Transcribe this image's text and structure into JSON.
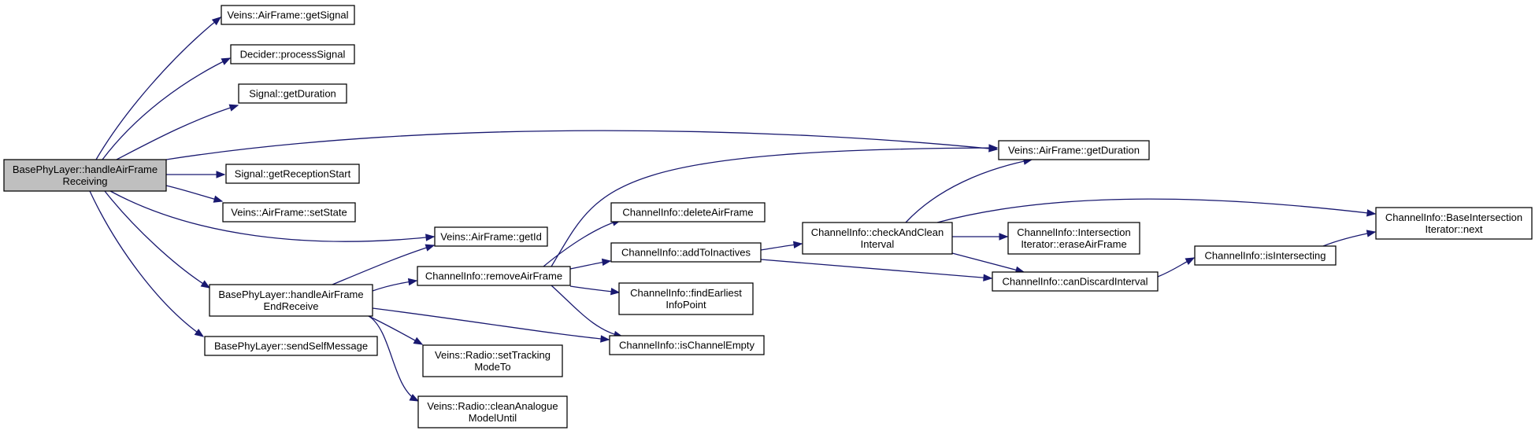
{
  "diagram": {
    "type": "call-graph",
    "colors": {
      "edge": "#191970",
      "root_fill": "#bfbfbf",
      "node_fill": "#ffffff",
      "border": "#000000"
    },
    "nodes": [
      {
        "id": "root",
        "lines": [
          "BasePhyLayer::handleAirFrame",
          "Receiving"
        ],
        "root": true
      },
      {
        "id": "getSignal",
        "lines": [
          "Veins::AirFrame::getSignal"
        ]
      },
      {
        "id": "processSignal",
        "lines": [
          "Decider::processSignal"
        ]
      },
      {
        "id": "sigGetDuration",
        "lines": [
          "Signal::getDuration"
        ]
      },
      {
        "id": "getReceptionStart",
        "lines": [
          "Signal::getReceptionStart"
        ]
      },
      {
        "id": "setState",
        "lines": [
          "Veins::AirFrame::setState"
        ]
      },
      {
        "id": "getId",
        "lines": [
          "Veins::AirFrame::getId"
        ]
      },
      {
        "id": "endReceive",
        "lines": [
          "BasePhyLayer::handleAirFrame",
          "EndReceive"
        ]
      },
      {
        "id": "sendSelf",
        "lines": [
          "BasePhyLayer::sendSelfMessage"
        ]
      },
      {
        "id": "removeAirFrame",
        "lines": [
          "ChannelInfo::removeAirFrame"
        ]
      },
      {
        "id": "setTracking",
        "lines": [
          "Veins::Radio::setTracking",
          "ModeTo"
        ]
      },
      {
        "id": "cleanAnalogue",
        "lines": [
          "Veins::Radio::cleanAnalogue",
          "ModelUntil"
        ]
      },
      {
        "id": "deleteAirFrame",
        "lines": [
          "ChannelInfo::deleteAirFrame"
        ]
      },
      {
        "id": "addToInactives",
        "lines": [
          "ChannelInfo::addToInactives"
        ]
      },
      {
        "id": "findEarliest",
        "lines": [
          "ChannelInfo::findEarliest",
          "InfoPoint"
        ]
      },
      {
        "id": "isChannelEmpty",
        "lines": [
          "ChannelInfo::isChannelEmpty"
        ]
      },
      {
        "id": "checkAndClean",
        "lines": [
          "ChannelInfo::checkAndClean",
          "Interval"
        ]
      },
      {
        "id": "afGetDuration",
        "lines": [
          "Veins::AirFrame::getDuration"
        ]
      },
      {
        "id": "eraseAirFrame",
        "lines": [
          "ChannelInfo::Intersection",
          "Iterator::eraseAirFrame"
        ]
      },
      {
        "id": "canDiscard",
        "lines": [
          "ChannelInfo::canDiscardInterval"
        ]
      },
      {
        "id": "isIntersecting",
        "lines": [
          "ChannelInfo::isIntersecting"
        ]
      },
      {
        "id": "biNext",
        "lines": [
          "ChannelInfo::BaseIntersection",
          "Iterator::next"
        ]
      }
    ],
    "edges": [
      {
        "from": "root",
        "to": "getSignal"
      },
      {
        "from": "root",
        "to": "processSignal"
      },
      {
        "from": "root",
        "to": "sigGetDuration"
      },
      {
        "from": "root",
        "to": "afGetDuration"
      },
      {
        "from": "root",
        "to": "getReceptionStart"
      },
      {
        "from": "root",
        "to": "setState"
      },
      {
        "from": "root",
        "to": "getId"
      },
      {
        "from": "root",
        "to": "endReceive"
      },
      {
        "from": "root",
        "to": "sendSelf"
      },
      {
        "from": "endReceive",
        "to": "getId"
      },
      {
        "from": "endReceive",
        "to": "removeAirFrame"
      },
      {
        "from": "endReceive",
        "to": "isChannelEmpty"
      },
      {
        "from": "endReceive",
        "to": "setTracking"
      },
      {
        "from": "endReceive",
        "to": "cleanAnalogue"
      },
      {
        "from": "removeAirFrame",
        "to": "afGetDuration"
      },
      {
        "from": "removeAirFrame",
        "to": "deleteAirFrame"
      },
      {
        "from": "removeAirFrame",
        "to": "addToInactives"
      },
      {
        "from": "removeAirFrame",
        "to": "findEarliest"
      },
      {
        "from": "removeAirFrame",
        "to": "isChannelEmpty"
      },
      {
        "from": "addToInactives",
        "to": "checkAndClean"
      },
      {
        "from": "addToInactives",
        "to": "canDiscard"
      },
      {
        "from": "checkAndClean",
        "to": "afGetDuration"
      },
      {
        "from": "checkAndClean",
        "to": "eraseAirFrame"
      },
      {
        "from": "checkAndClean",
        "to": "biNext"
      },
      {
        "from": "checkAndClean",
        "to": "canDiscard"
      },
      {
        "from": "canDiscard",
        "to": "isIntersecting"
      },
      {
        "from": "isIntersecting",
        "to": "biNext"
      }
    ]
  }
}
